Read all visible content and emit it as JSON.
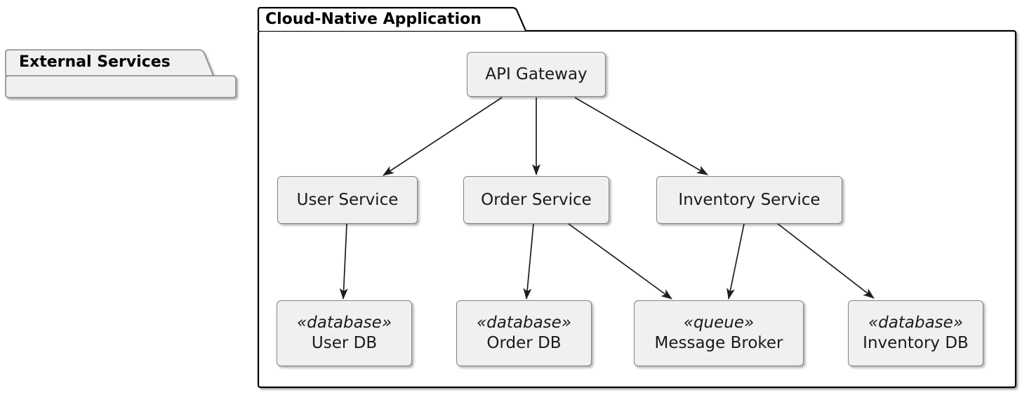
{
  "diagram": {
    "kind": "component-diagram",
    "packages": [
      {
        "id": "external-services",
        "title": "External Services"
      },
      {
        "id": "cloud-native-application",
        "title": "Cloud-Native Application"
      }
    ],
    "nodes": {
      "api_gateway": {
        "label": "API Gateway"
      },
      "user_service": {
        "label": "User Service"
      },
      "order_service": {
        "label": "Order Service"
      },
      "inventory_service": {
        "label": "Inventory Service"
      },
      "user_db": {
        "stereotype": "«database»",
        "label": "User DB"
      },
      "order_db": {
        "stereotype": "«database»",
        "label": "Order DB"
      },
      "message_broker": {
        "stereotype": "«queue»",
        "label": "Message Broker"
      },
      "inventory_db": {
        "stereotype": "«database»",
        "label": "Inventory DB"
      }
    },
    "edges": [
      {
        "from": "API Gateway",
        "to": "User Service"
      },
      {
        "from": "API Gateway",
        "to": "Order Service"
      },
      {
        "from": "API Gateway",
        "to": "Inventory Service"
      },
      {
        "from": "User Service",
        "to": "User DB"
      },
      {
        "from": "Order Service",
        "to": "Order DB"
      },
      {
        "from": "Order Service",
        "to": "Message Broker"
      },
      {
        "from": "Inventory Service",
        "to": "Message Broker"
      },
      {
        "from": "Inventory Service",
        "to": "Inventory DB"
      }
    ],
    "colors": {
      "node_fill": "#f0f0f0",
      "node_border": "#848484",
      "main_package_border": "#000000",
      "external_package_fill": "#f0f0f0",
      "external_package_border": "#878787",
      "arrow": "#1d1d1d",
      "background": "#ffffff"
    }
  }
}
